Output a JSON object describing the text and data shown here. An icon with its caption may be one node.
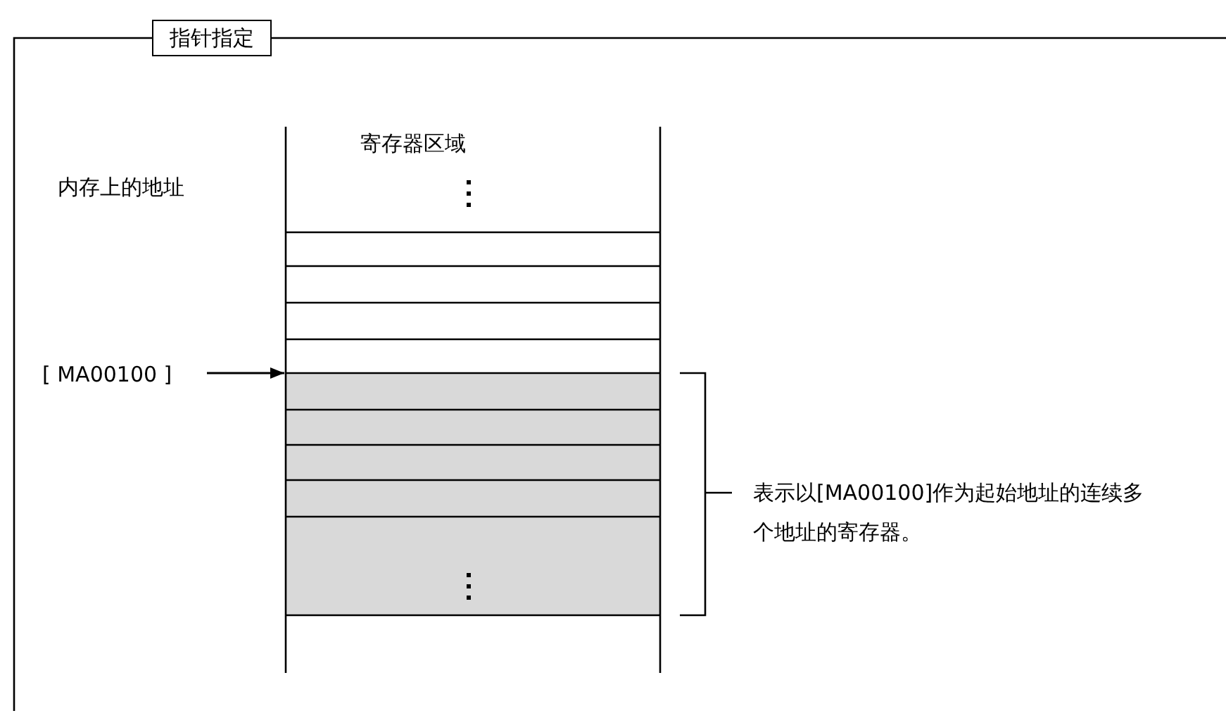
{
  "diagram": {
    "title": "指针指定",
    "nodes": [
      {
        "text": [
          "[ MA00100 ]"
        ]
      },
      {
        "text": [],
        "shape": "box"
      }
    ],
    "edges": [
      {
        "from": 0,
        "to": 1,
        "arrow": "to"
      }
    ],
    "labels": [
      "寄存器区域",
      "内存上的地址",
      "表示以[MA00100]作为起始地址的连续多个地址的寄存器。"
    ]
  }
}
